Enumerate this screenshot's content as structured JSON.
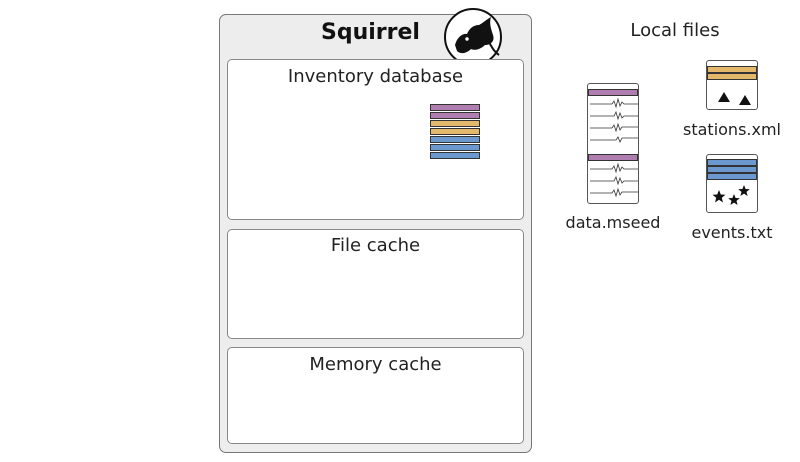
{
  "system": {
    "title": "Squirrel",
    "panels": [
      {
        "label": "Inventory database"
      },
      {
        "label": "File cache"
      },
      {
        "label": "Memory cache"
      }
    ]
  },
  "local": {
    "heading": "Local files",
    "files": [
      {
        "name": "data.mseed"
      },
      {
        "name": "stations.xml"
      },
      {
        "name": "events.txt"
      }
    ]
  },
  "colors": {
    "waveform": "#b07db1",
    "station": "#e4b86a",
    "event": "#6b98cf",
    "panel_bg": "#ededed"
  },
  "icons": [
    "squirrel-logo-icon",
    "triangle-icon",
    "star-icon",
    "waveform-icon"
  ]
}
